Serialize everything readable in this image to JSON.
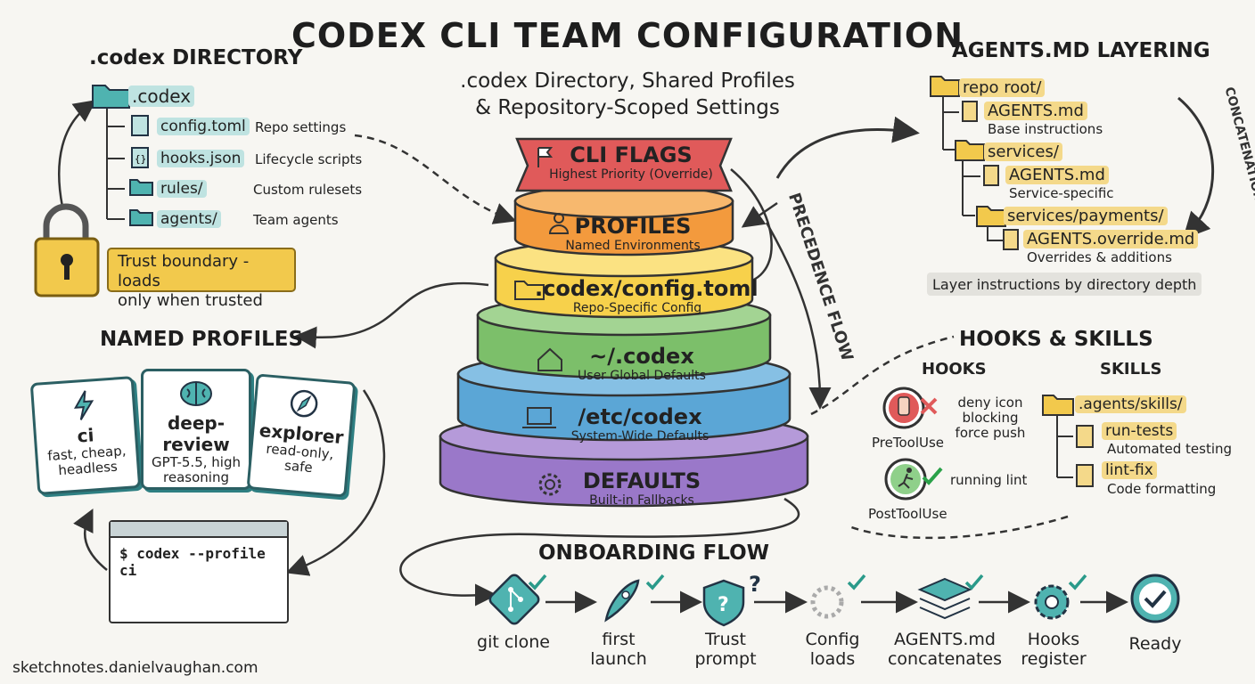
{
  "title": "CODEX CLI TEAM CONFIGURATION",
  "subtitle_line1": ".codex Directory, Shared Profiles",
  "subtitle_line2": "& Repository-Scoped Settings",
  "codex_dir": {
    "header": ".codex DIRECTORY",
    "root": ".codex",
    "items": [
      {
        "name": "config.toml",
        "desc": "Repo settings"
      },
      {
        "name": "hooks.json",
        "desc": "Lifecycle scripts"
      },
      {
        "name": "rules/",
        "desc": "Custom rulesets"
      },
      {
        "name": "agents/",
        "desc": "Team agents"
      }
    ],
    "trust_line1": "Trust boundary - loads",
    "trust_line2": "only when trusted"
  },
  "stack": {
    "precedence_label": "PRECEDENCE FLOW",
    "tiers": [
      {
        "label": "CLI FLAGS",
        "sub": "Highest Priority (Override)",
        "color": "#e05a5a",
        "icon": "flag-icon"
      },
      {
        "label": "PROFILES",
        "sub": "Named Environments",
        "color": "#f39a3d",
        "icon": "person-icon"
      },
      {
        "label": ".codex/config.toml",
        "sub": "Repo-Specific Config",
        "color": "#f7d14b",
        "icon": "folder-icon"
      },
      {
        "label": "~/.codex",
        "sub": "User Global Defaults",
        "color": "#7cbf6a",
        "icon": "home-icon"
      },
      {
        "label": "/etc/codex",
        "sub": "System-Wide Defaults",
        "color": "#5ba6d6",
        "icon": "laptop-icon"
      },
      {
        "label": "DEFAULTS",
        "sub": "Built-in Fallbacks",
        "color": "#9a78c9",
        "icon": "gear-icon"
      }
    ]
  },
  "agents_md": {
    "header": "AGENTS.MD LAYERING",
    "concat_label": "CONCATENATION FLOW",
    "tree": [
      {
        "name": "repo root/",
        "type": "folder"
      },
      {
        "name": "AGENTS.md",
        "type": "file",
        "desc": "Base instructions"
      },
      {
        "name": "services/",
        "type": "folder"
      },
      {
        "name": "AGENTS.md",
        "type": "file",
        "desc": "Service-specific"
      },
      {
        "name": "services/payments/",
        "type": "folder"
      },
      {
        "name": "AGENTS.override.md",
        "type": "file",
        "desc": "Overrides & additions"
      }
    ],
    "footer": "Layer instructions by directory depth"
  },
  "profiles": {
    "header": "NAMED PROFILES",
    "cards": [
      {
        "name": "ci",
        "desc": "fast, cheap, headless",
        "icon": "lightning-icon"
      },
      {
        "name": "deep-review",
        "desc": "GPT-5.5, high reasoning",
        "icon": "brain-icon"
      },
      {
        "name": "explorer",
        "desc": "read-only, safe",
        "icon": "compass-icon"
      }
    ],
    "command": "$ codex --profile ci"
  },
  "hooks_skills": {
    "header": "HOOKS & SKILLS",
    "hooks_header": "HOOKS",
    "skills_header": "SKILLS",
    "hooks": [
      {
        "name": "PreToolUse",
        "desc": "deny icon blocking force push"
      },
      {
        "name": "PostToolUse",
        "desc": "running lint"
      }
    ],
    "skills_root": ".agents/skills/",
    "skills": [
      {
        "name": "run-tests",
        "desc": "Automated testing"
      },
      {
        "name": "lint-fix",
        "desc": "Code formatting"
      }
    ]
  },
  "onboarding": {
    "header": "ONBOARDING FLOW",
    "steps": [
      {
        "line1": "git clone",
        "line2": "",
        "icon": "git-icon"
      },
      {
        "line1": "first",
        "line2": "launch",
        "icon": "rocket-icon"
      },
      {
        "line1": "Trust",
        "line2": "prompt",
        "icon": "shield-icon"
      },
      {
        "line1": "Config",
        "line2": "loads",
        "icon": "loading-icon"
      },
      {
        "line1": "AGENTS.md",
        "line2": "concatenates",
        "icon": "layers-icon"
      },
      {
        "line1": "Hooks",
        "line2": "register",
        "icon": "gear-icon"
      },
      {
        "line1": "Ready",
        "line2": "",
        "icon": "check-circle-icon"
      }
    ]
  },
  "footer": "sketchnotes.danielvaughan.com"
}
